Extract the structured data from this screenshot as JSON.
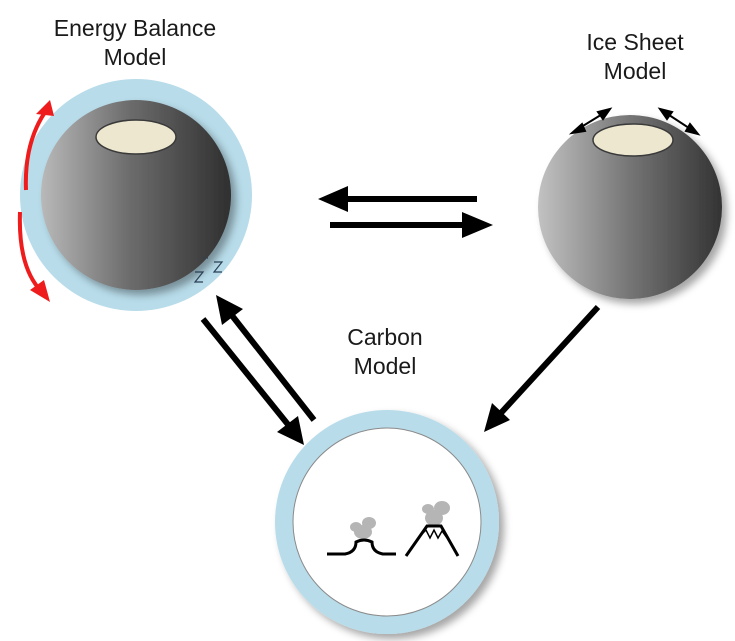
{
  "energy_balance_model": {
    "title_line1": "Energy Balance",
    "title_line2": "Model"
  },
  "ice_sheet_model": {
    "title_line1": "Ice Sheet",
    "title_line2": "Model"
  },
  "carbon_model": {
    "title_line1": "Carbon",
    "title_line2": "Model"
  },
  "colors": {
    "atmosphere": "#b8dcea",
    "arrow": "#000000",
    "radiation_arrow": "#ee1c1c",
    "ice_cap": "#ede7cf"
  }
}
